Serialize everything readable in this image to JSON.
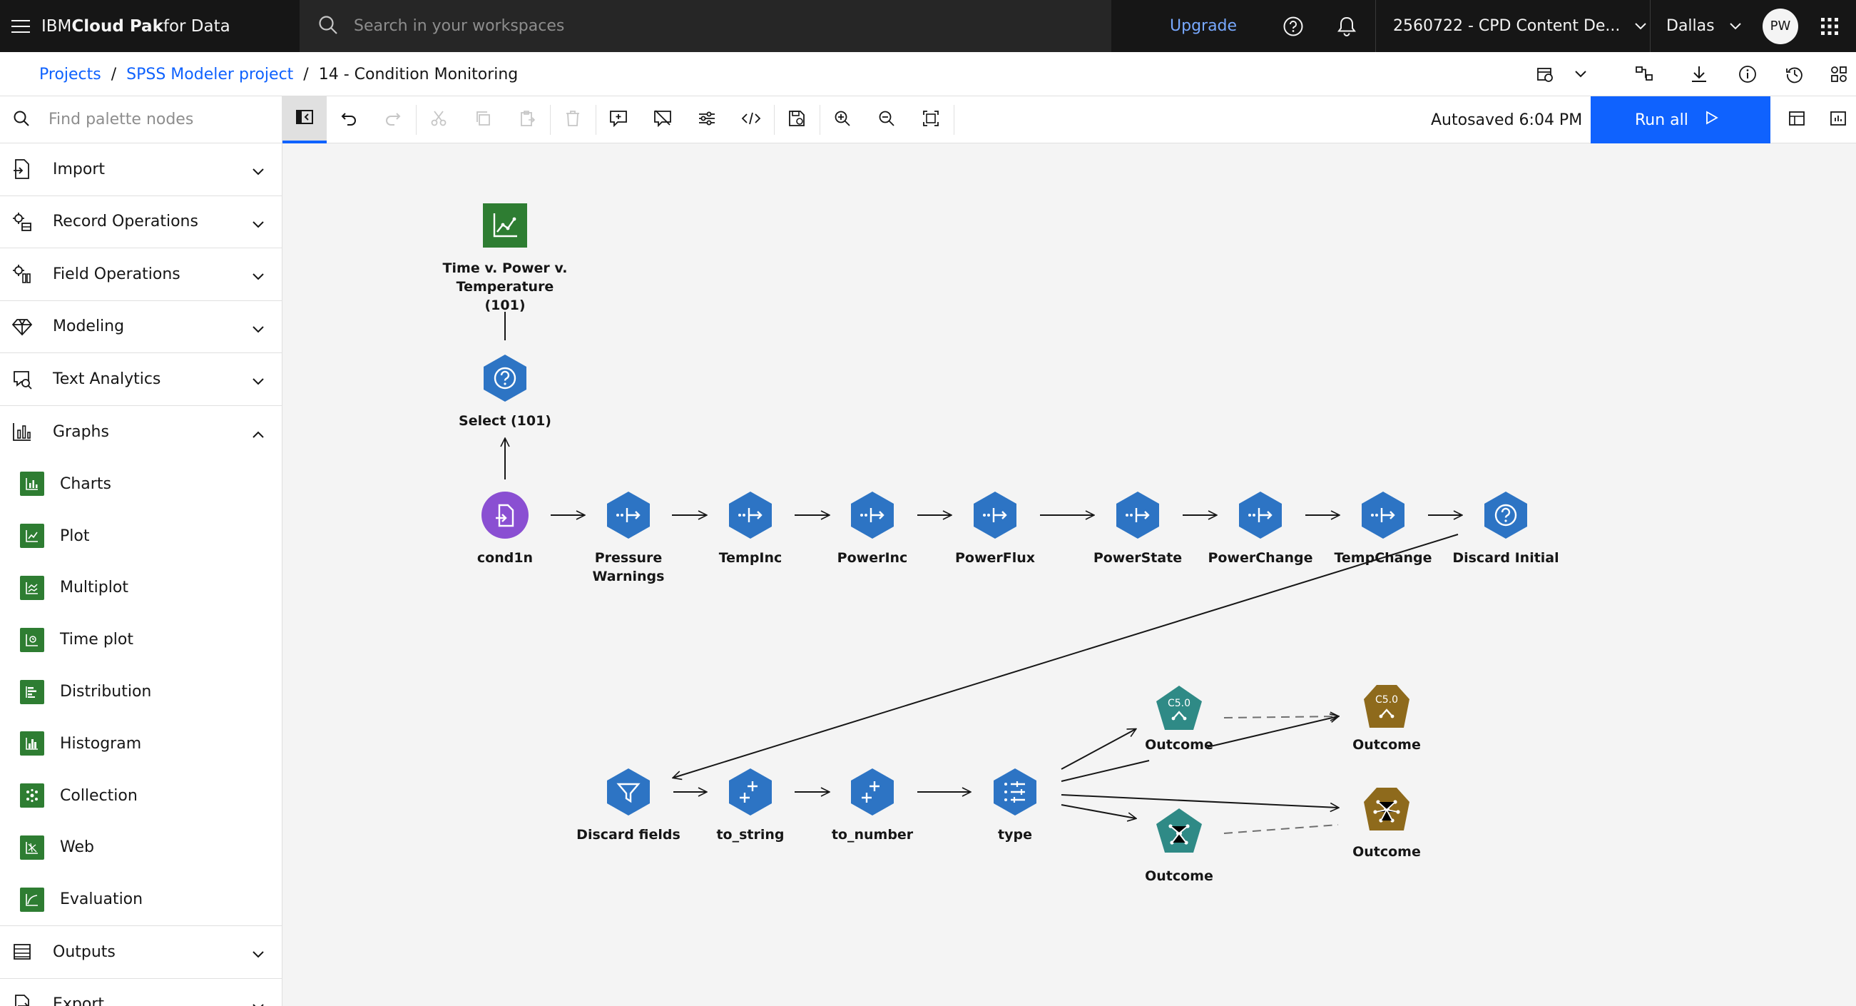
{
  "header": {
    "brand_prefix": "IBM ",
    "brand_bold": "Cloud Pak",
    "brand_suffix": " for Data",
    "search_placeholder": "Search in your workspaces",
    "upgrade_label": "Upgrade",
    "account_label": "2560722 - CPD Content De...",
    "region_label": "Dallas",
    "avatar_initials": "PW"
  },
  "breadcrumb": {
    "items": [
      "Projects",
      "SPSS Modeler project"
    ],
    "current": "14 - Condition Monitoring"
  },
  "palette": {
    "search_placeholder": "Find palette nodes",
    "categories": {
      "import": "Import",
      "record_ops": "Record Operations",
      "field_ops": "Field Operations",
      "modeling": "Modeling",
      "text_analytics": "Text Analytics",
      "graphs": "Graphs",
      "outputs": "Outputs",
      "export": "Export"
    },
    "graph_items": [
      "Charts",
      "Plot",
      "Multiplot",
      "Time plot",
      "Distribution",
      "Histogram",
      "Collection",
      "Web",
      "Evaluation"
    ]
  },
  "toolbar": {
    "autosaved": "Autosaved 6:04 PM",
    "run_all": "Run all"
  },
  "flow": {
    "nodes": {
      "timeplot": "Time v. Power v. Temperature (101)",
      "select101": "Select (101)",
      "cond1n": "cond1n",
      "pressure": "Pressure Warnings",
      "tempinc": "TempInc",
      "powerinc": "PowerInc",
      "powerflux": "PowerFlux",
      "powerstate": "PowerState",
      "powerchange": "PowerChange",
      "tempchange": "TempChange",
      "discard_initial": "Discard Initial",
      "discard_fields": "Discard fields",
      "to_string": "to_string",
      "to_number": "to_number",
      "type": "type",
      "outcome_c50_model": "Outcome",
      "outcome_c50_nugget": "Outcome",
      "outcome_net_model": "Outcome",
      "outcome_net_nugget": "Outcome"
    },
    "c50_text": "C5.0"
  },
  "colors": {
    "header_bg": "#161616",
    "primary_blue": "#0f62fe",
    "node_blue": "#2d74c4",
    "import_purple": "#8a4fd2",
    "graph_green": "#2e7d32",
    "model_teal": "#2f8a86",
    "nugget_gold": "#8e6a1c"
  }
}
